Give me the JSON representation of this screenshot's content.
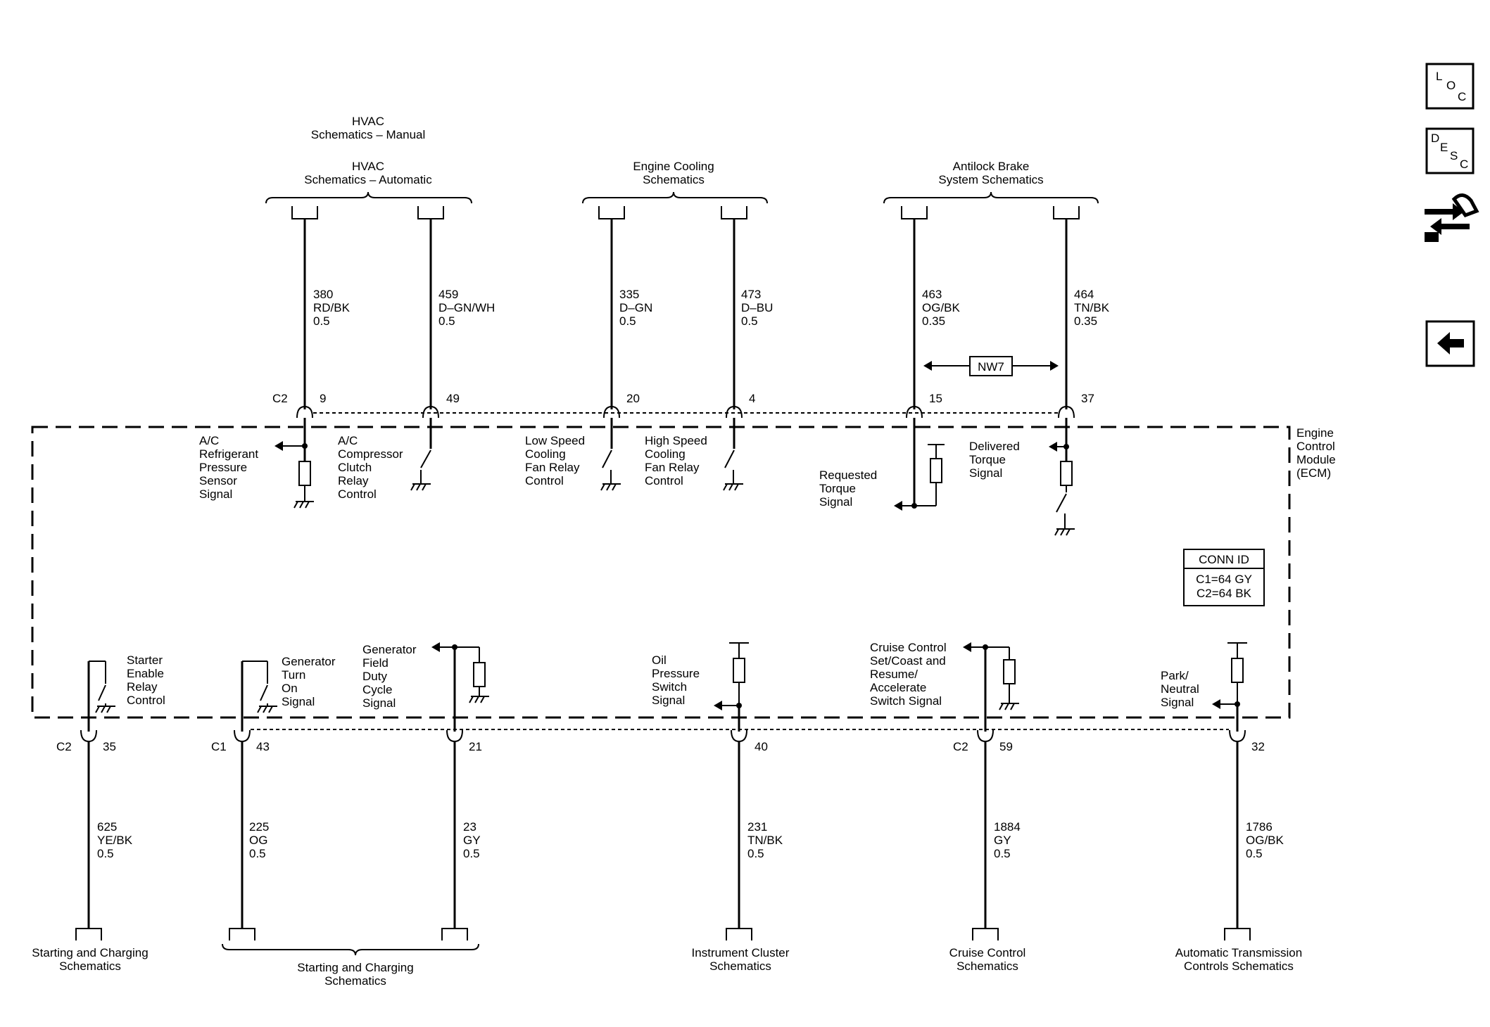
{
  "module_label": [
    "Engine",
    "Control",
    "Module",
    "(ECM)"
  ],
  "conn_id": {
    "title": "CONN ID",
    "lines": [
      "C1=64 GY",
      "C2=64 BK"
    ]
  },
  "nw": "NW7",
  "top_destinations": [
    {
      "lines": [
        "HVAC",
        "Schematics – Manual"
      ]
    },
    {
      "lines": [
        "HVAC",
        "Schematics – Automatic"
      ]
    },
    {
      "lines": [
        "Engine Cooling",
        "Schematics"
      ]
    },
    {
      "lines": [
        "Antilock Brake",
        "System Schematics"
      ]
    }
  ],
  "bottom_destinations": [
    {
      "lines": [
        "Starting and Charging",
        "Schematics"
      ]
    },
    {
      "lines": [
        "Starting and Charging",
        "Schematics"
      ]
    },
    {
      "lines": [
        "Instrument Cluster",
        "Schematics"
      ]
    },
    {
      "lines": [
        "Cruise Control",
        "Schematics"
      ]
    },
    {
      "lines": [
        "Automatic Transmission",
        "Controls Schematics"
      ]
    }
  ],
  "connectors": {
    "c1": "C1",
    "c2": "C2"
  },
  "top_circuits": [
    {
      "pin": "9",
      "circuit": [
        "380",
        "RD/BK",
        "0.5"
      ]
    },
    {
      "pin": "49",
      "circuit": [
        "459",
        "D–GN/WH",
        "0.5"
      ]
    },
    {
      "pin": "20",
      "circuit": [
        "335",
        "D–GN",
        "0.5"
      ]
    },
    {
      "pin": "4",
      "circuit": [
        "473",
        "D–BU",
        "0.5"
      ]
    },
    {
      "pin": "15",
      "circuit": [
        "463",
        "OG/BK",
        "0.35"
      ]
    },
    {
      "pin": "37",
      "circuit": [
        "464",
        "TN/BK",
        "0.35"
      ]
    }
  ],
  "bottom_circuits": [
    {
      "pin": "35",
      "circuit": [
        "625",
        "YE/BK",
        "0.5"
      ]
    },
    {
      "pin": "43",
      "circuit": [
        "225",
        "OG",
        "0.5"
      ]
    },
    {
      "pin": "21",
      "circuit": [
        "23",
        "GY",
        "0.5"
      ]
    },
    {
      "pin": "40",
      "circuit": [
        "231",
        "TN/BK",
        "0.5"
      ]
    },
    {
      "pin": "59",
      "circuit": [
        "1884",
        "GY",
        "0.5"
      ]
    },
    {
      "pin": "32",
      "circuit": [
        "1786",
        "OG/BK",
        "0.5"
      ]
    }
  ],
  "signals": {
    "ac_refrigerant": [
      "A/C",
      "Refrigerant",
      "Pressure",
      "Sensor",
      "Signal"
    ],
    "ac_compressor": [
      "A/C",
      "Compressor",
      "Clutch",
      "Relay",
      "Control"
    ],
    "low_speed_fan": [
      "Low Speed",
      "Cooling",
      "Fan Relay",
      "Control"
    ],
    "high_speed_fan": [
      "High Speed",
      "Cooling",
      "Fan Relay",
      "Control"
    ],
    "requested_torque": [
      "Requested",
      "Torque",
      "Signal"
    ],
    "delivered_torque": [
      "Delivered",
      "Torque",
      "Signal"
    ],
    "starter_enable": [
      "Starter",
      "Enable",
      "Relay",
      "Control"
    ],
    "generator_turn_on": [
      "Generator",
      "Turn",
      "On",
      "Signal"
    ],
    "generator_field": [
      "Generator",
      "Field",
      "Duty",
      "Cycle",
      "Signal"
    ],
    "oil_pressure": [
      "Oil",
      "Pressure",
      "Switch",
      "Signal"
    ],
    "cruise_control": [
      "Cruise Control",
      "Set/Coast and",
      "Resume/",
      "Accelerate",
      "Switch Signal"
    ],
    "park_neutral": [
      "Park/",
      "Neutral",
      "Signal"
    ]
  },
  "nav": {
    "loc": [
      "L",
      "O",
      "C"
    ],
    "desc": [
      "D",
      "E",
      "S",
      "C"
    ],
    "icons": [
      "swap-arrows-icon",
      "back-arrow-icon"
    ]
  }
}
